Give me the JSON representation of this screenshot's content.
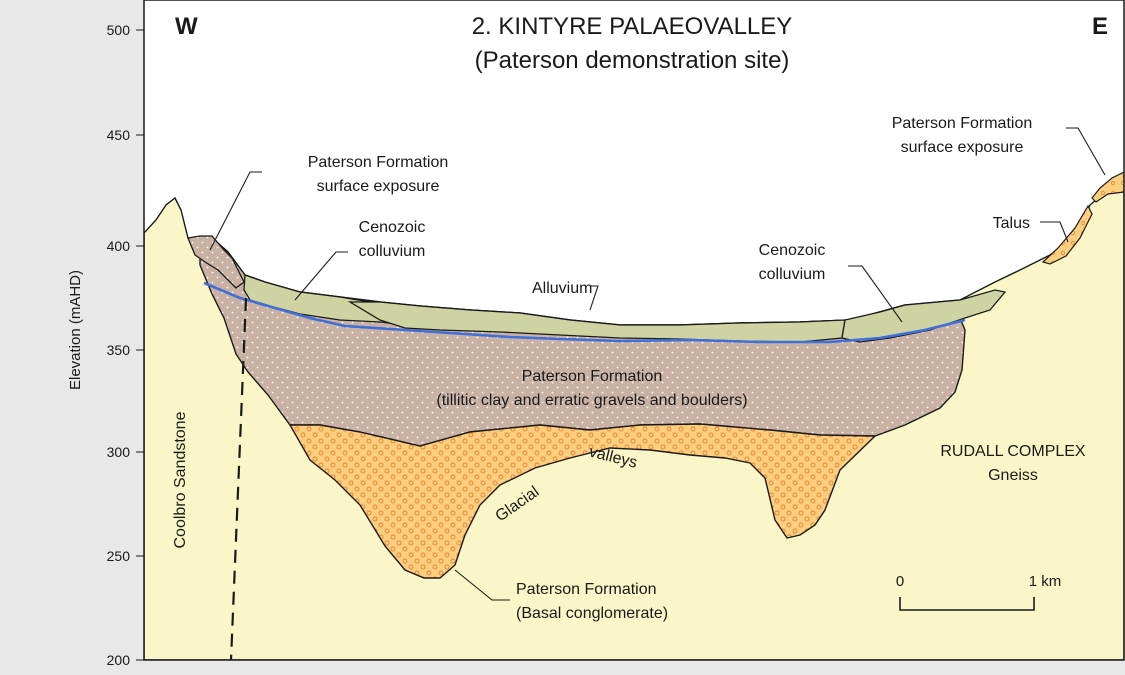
{
  "title": {
    "line1": "2. KINTYRE PALAEOVALLEY",
    "line2": "(Paterson demonstration site)"
  },
  "compass": {
    "west": "W",
    "east": "E"
  },
  "y_axis": {
    "label": "Elevation (mAHD)",
    "ticks": [
      "500",
      "450",
      "400",
      "350",
      "300",
      "250",
      "200"
    ]
  },
  "labels": {
    "paterson_exposure_w_1": "Paterson Formation",
    "paterson_exposure_w_2": "surface exposure",
    "paterson_exposure_e_1": "Paterson Formation",
    "paterson_exposure_e_2": "surface exposure",
    "cenozoic_w_1": "Cenozoic",
    "cenozoic_w_2": "colluvium",
    "cenozoic_e_1": "Cenozoic",
    "cenozoic_e_2": "colluvium",
    "alluvium": "Alluvium",
    "talus": "Talus",
    "paterson_main_1": "Paterson Formation",
    "paterson_main_2": "(tillitic clay and erratic gravels and boulders)",
    "rudall_1": "RUDALL COMPLEX",
    "rudall_2": "Gneiss",
    "glacial": "Glacial",
    "valleys": "valleys",
    "coolbro": "Coolbro Sandstone",
    "basal_1": "Paterson Formation",
    "basal_2": "(Basal conglomerate)"
  },
  "scale_bar": {
    "start": "0",
    "end": "1 km"
  },
  "colors": {
    "background": "#e8e8e8",
    "bedrock": "#fbf6c7",
    "paterson_tillite": "#c9b2a3",
    "basal_conglomerate": "#ffcf80",
    "conglomerate_dots": "#ea7f2b",
    "colluvium": "#cfd3a2",
    "water_table": "#3f6fd8",
    "outline": "#1a1a1a"
  }
}
